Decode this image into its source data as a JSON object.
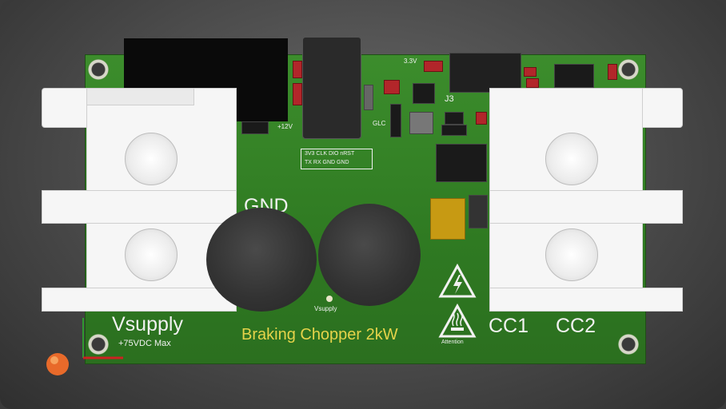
{
  "board": {
    "title": "Braking Chopper 2kW",
    "vsupply_label": "Vsupply",
    "vsupply_sub": "+75VDC Max",
    "gnd_label": "GND",
    "vsupply_pad": "Vsupply",
    "cc1_label": "CC1",
    "cc2_label": "CC2",
    "v12_label": "+12V",
    "v33_label": "3.3V",
    "j3_label": "J3",
    "header_row1": "3V3 CLK DIO nRST",
    "header_row2": "TX  RX  GND  GND",
    "led_label": "GLC",
    "warning_text": "Attention"
  },
  "colors": {
    "pcb": "#2f7a22",
    "silk": "#f1f1f1",
    "title": "#e5d34a",
    "background": "#3a3a3a"
  }
}
